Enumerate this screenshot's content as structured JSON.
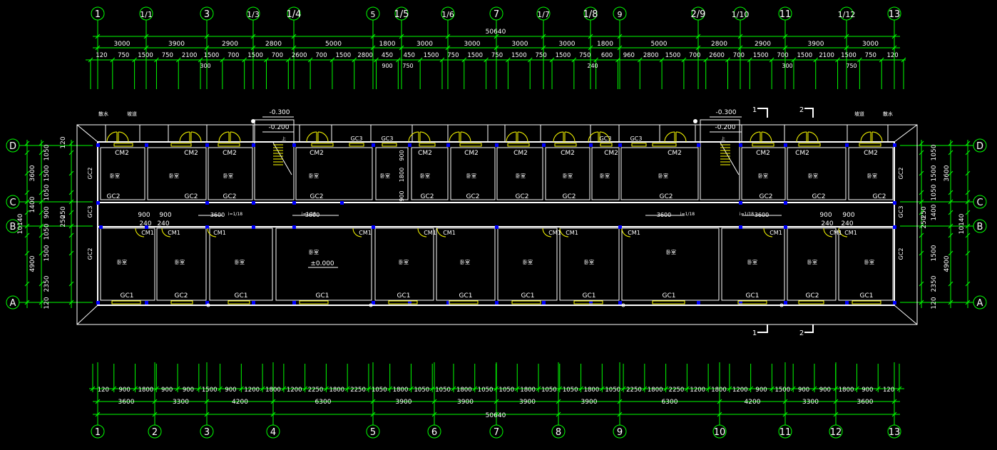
{
  "colors": {
    "background": "#000000",
    "dimension": "#00ff00",
    "wall": "#ffffff",
    "door": "#ffff00",
    "column": "#0000ff",
    "text": "#ffffff"
  },
  "grid": {
    "top_labels": [
      "1",
      "1/1",
      "3",
      "1/3",
      "1/4",
      "5",
      "1/5",
      "1/6",
      "7",
      "1/7",
      "1/8",
      "9",
      "2/9",
      "1/10",
      "11",
      "1/12",
      "13"
    ],
    "bottom_labels": [
      "1",
      "2",
      "3",
      "4",
      "5",
      "6",
      "7",
      "8",
      "9",
      "10",
      "11",
      "12",
      "13"
    ],
    "left_labels": [
      "D",
      "C",
      "B",
      "A"
    ],
    "right_labels": [
      "D",
      "C",
      "B",
      "A"
    ]
  },
  "dimensions": {
    "total": "50640",
    "top_row1": [
      "3000",
      "3900",
      "2900",
      "2800",
      "5000",
      "1800",
      "3000",
      "3000",
      "3000",
      "3000",
      "1800",
      "5000",
      "2800",
      "2900",
      "3900",
      "3000"
    ],
    "top_row2": [
      "120",
      "750",
      "1500",
      "750",
      "2100",
      "1500",
      "700",
      "1500",
      "700",
      "2600",
      "700",
      "1500",
      "2800",
      "450",
      "450",
      "1500",
      "750",
      "1500",
      "750",
      "1500",
      "750",
      "1500",
      "750",
      "600",
      "960",
      "2800",
      "1500",
      "700",
      "2600",
      "700",
      "1500",
      "700",
      "1500",
      "2100",
      "1500",
      "750",
      "120"
    ],
    "top_extra": [
      "300",
      "900",
      "750",
      "240",
      "300",
      "750"
    ],
    "bottom_row1": [
      "120",
      "900",
      "1800",
      "900",
      "900",
      "1500",
      "900",
      "1200",
      "1800",
      "1200",
      "2250",
      "1800",
      "2250",
      "1050",
      "1800",
      "1050",
      "1050",
      "1800",
      "1050",
      "1050",
      "1800",
      "1050",
      "1050",
      "1800",
      "1050",
      "2250",
      "1800",
      "2250",
      "1200",
      "1800",
      "1200",
      "900",
      "1500",
      "900",
      "900",
      "1800",
      "900",
      "120"
    ],
    "bottom_row2": [
      "3600",
      "3300",
      "4200",
      "6300",
      "3900",
      "3900",
      "3900",
      "3900",
      "6300",
      "4200",
      "3300",
      "3600"
    ],
    "left_col": [
      "3600",
      "1050",
      "1500",
      "1050",
      "900",
      "1400",
      "1050",
      "4900",
      "1500",
      "2350",
      "120",
      "10140",
      "250",
      "250",
      "120"
    ],
    "right_col": [
      "3600",
      "1050",
      "1500",
      "1050",
      "1400",
      "10140",
      "4900",
      "1500",
      "2350",
      "120",
      "250",
      "250"
    ]
  },
  "labels": {
    "room": "卧室",
    "level0": "±0.000",
    "level_stair": "-0.300",
    "level_entry": "-0.200",
    "up": "上",
    "drain": "散水",
    "slope": "坡道",
    "ramp_slope": "i=1/18",
    "ramp_len": "3600",
    "ramp_word": "坡道",
    "window_cm2": "CM2",
    "window_gc2": "GC2",
    "window_gc3": "GC3",
    "window_gc1": "GC1",
    "door_cm1": "CM1",
    "door_900": "900",
    "door_240": "240",
    "section1": "1",
    "section2": "2",
    "win_1800": "1800",
    "win_900": "900"
  }
}
